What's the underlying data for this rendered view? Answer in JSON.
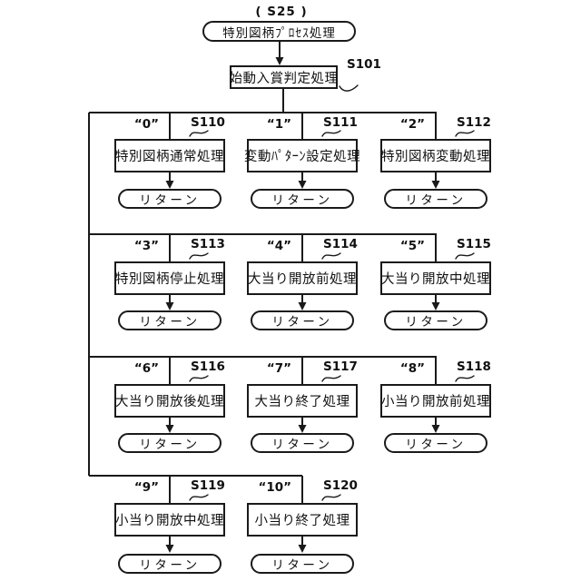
{
  "diagram": {
    "context_label": "( S25 )",
    "start_terminal": "特別図柄ﾌﾟﾛｾｽ処理",
    "entry_step": {
      "id": "S101",
      "label": "始動入賞判定処理"
    },
    "return_label": "リターン",
    "branches": [
      {
        "case": "“0”",
        "step_id": "S110",
        "label": "特別図柄通常処理"
      },
      {
        "case": "“1”",
        "step_id": "S111",
        "label": "変動ﾊﾟﾀｰﾝ設定処理"
      },
      {
        "case": "“2”",
        "step_id": "S112",
        "label": "特別図柄変動処理"
      },
      {
        "case": "“3”",
        "step_id": "S113",
        "label": "特別図柄停止処理"
      },
      {
        "case": "“4”",
        "step_id": "S114",
        "label": "大当り開放前処理"
      },
      {
        "case": "“5”",
        "step_id": "S115",
        "label": "大当り開放中処理"
      },
      {
        "case": "“6”",
        "step_id": "S116",
        "label": "大当り開放後処理"
      },
      {
        "case": "“7”",
        "step_id": "S117",
        "label": "大当り終了処理"
      },
      {
        "case": "“8”",
        "step_id": "S118",
        "label": "小当り開放前処理"
      },
      {
        "case": "“9”",
        "step_id": "S119",
        "label": "小当り開放中処理"
      },
      {
        "case": "“10”",
        "step_id": "S120",
        "label": "小当り終了処理"
      }
    ],
    "colors": {
      "line": "#1a1a1a",
      "background": "#ffffff"
    }
  }
}
